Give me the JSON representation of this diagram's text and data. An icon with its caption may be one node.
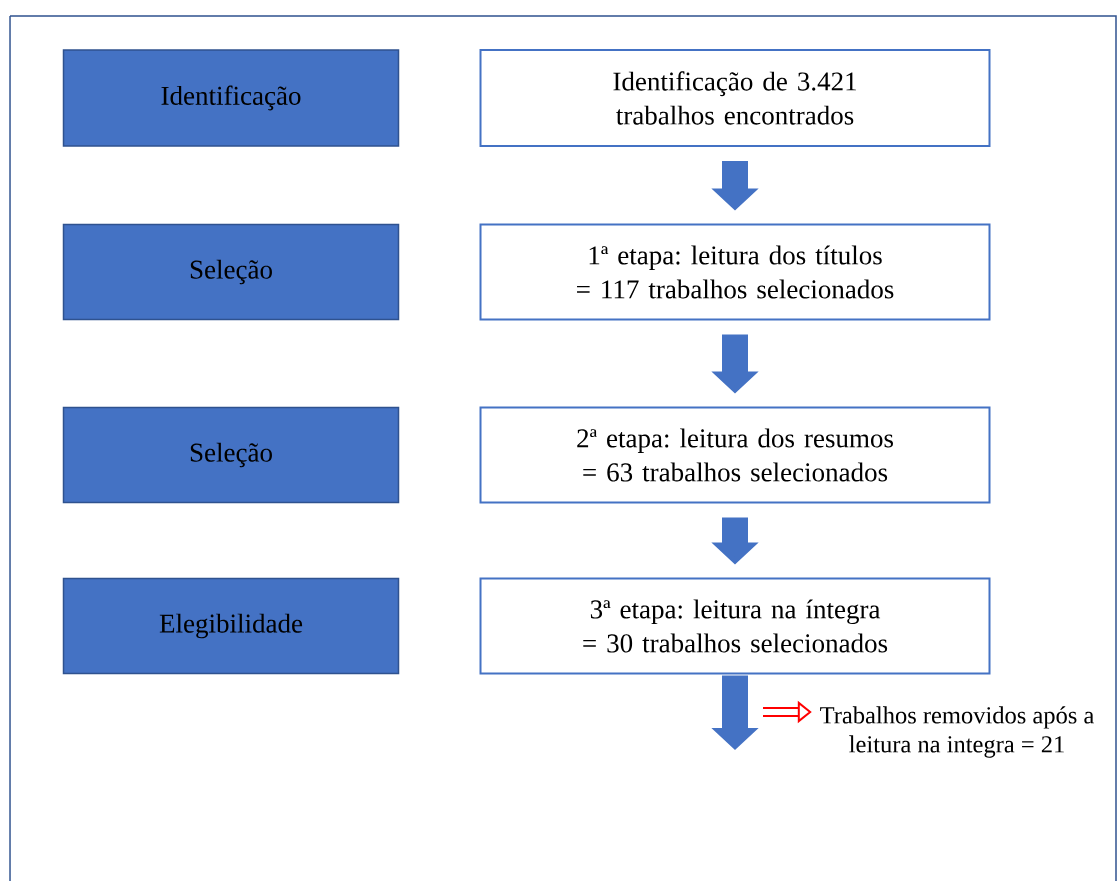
{
  "diagram": {
    "nodes": [
      {
        "text": [
          "Identificação"
        ]
      },
      {
        "text": [
          "Identificação de 3.421 trabalhos encontrados"
        ]
      },
      {
        "text": [
          "Seleção"
        ]
      },
      {
        "text": [
          "1ª etapa: leitura dos títulos = 117 trabalhos selecionados"
        ]
      },
      {
        "text": [
          "Seleção"
        ]
      },
      {
        "text": [
          "2ª etapa: leitura dos resumos = 63 trabalhos selecionados"
        ]
      },
      {
        "text": [
          "Elegibilidade"
        ]
      },
      {
        "text": [
          "3ª etapa: leitura na íntegra = 30 trabalhos selecionados"
        ]
      },
      {
        "text": [
          "Trabalhos removidos após a leitura na integra = 21"
        ]
      }
    ],
    "edges": [
      {
        "from": 1,
        "to": 3,
        "arrow": "to"
      },
      {
        "from": 3,
        "to": 5,
        "arrow": "to"
      },
      {
        "from": 5,
        "to": 7,
        "arrow": "to"
      },
      {
        "from": 7,
        "to": null,
        "arrow": "to"
      },
      {
        "from": null,
        "to": 8,
        "arrow": "to",
        "color": "#ff0000"
      }
    ]
  }
}
